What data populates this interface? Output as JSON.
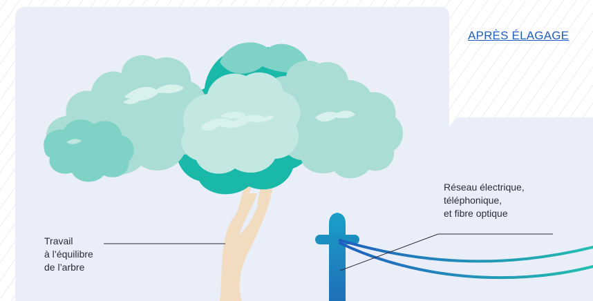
{
  "title": "APRÈS ÉLAGAGE",
  "labels": {
    "tree": [
      "Travail",
      "à l’équilibre",
      "de l’arbre"
    ],
    "network": [
      "Réseau électrique,",
      "téléphonique,",
      "et fibre optique"
    ]
  },
  "colors": {
    "panel": "#eaeef8",
    "hatch": "#e9edf5",
    "foliage_dark": "#19b8a9",
    "foliage_mid": "#7ed2c6",
    "foliage_light": "#a9ddd5",
    "highlight": "#d8f1ed",
    "trunk": "#f1dcc0",
    "pole": "#1d8fbf",
    "cable": "#1f7ec2",
    "title": "#1f5fbf"
  }
}
